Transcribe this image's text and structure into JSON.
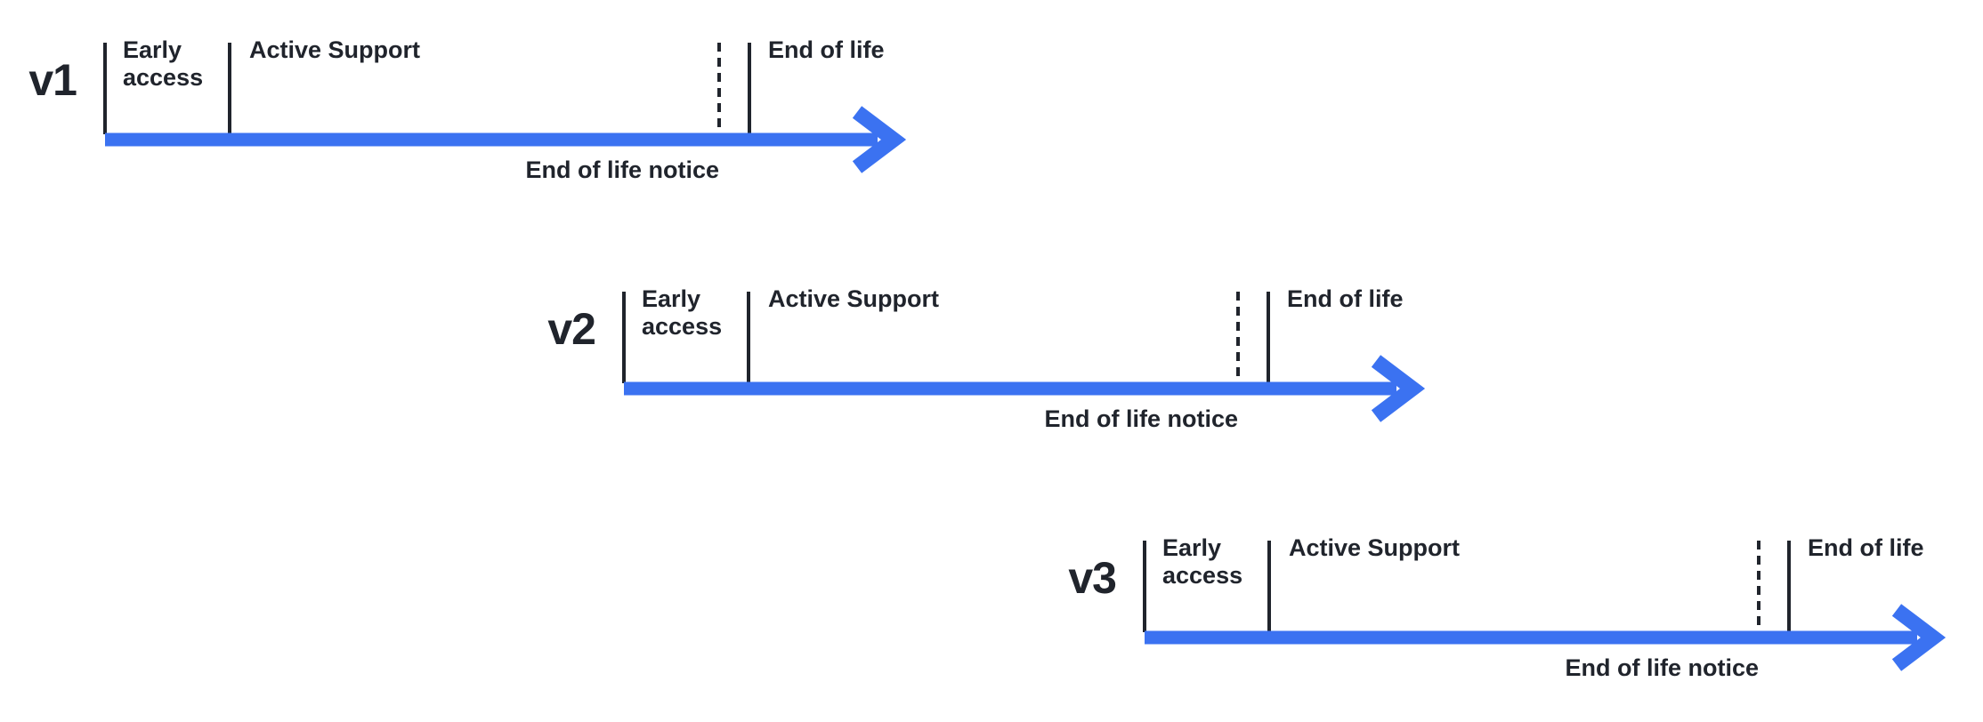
{
  "colors": {
    "arrow_blue": "#3B72F1",
    "ink": "#20242C",
    "background": "#FFFFFF"
  },
  "timelines": [
    {
      "version": "v1",
      "labels": {
        "early_access": "Early access",
        "active_support": "Active Support",
        "end_of_life": "End of life",
        "end_of_life_notice": "End of life notice"
      }
    },
    {
      "version": "v2",
      "labels": {
        "early_access": "Early access",
        "active_support": "Active Support",
        "end_of_life": "End of life",
        "end_of_life_notice": "End of life notice"
      }
    },
    {
      "version": "v3",
      "labels": {
        "early_access": "Early access",
        "active_support": "Active Support",
        "end_of_life": "End of life",
        "end_of_life_notice": "End of life notice"
      }
    }
  ]
}
